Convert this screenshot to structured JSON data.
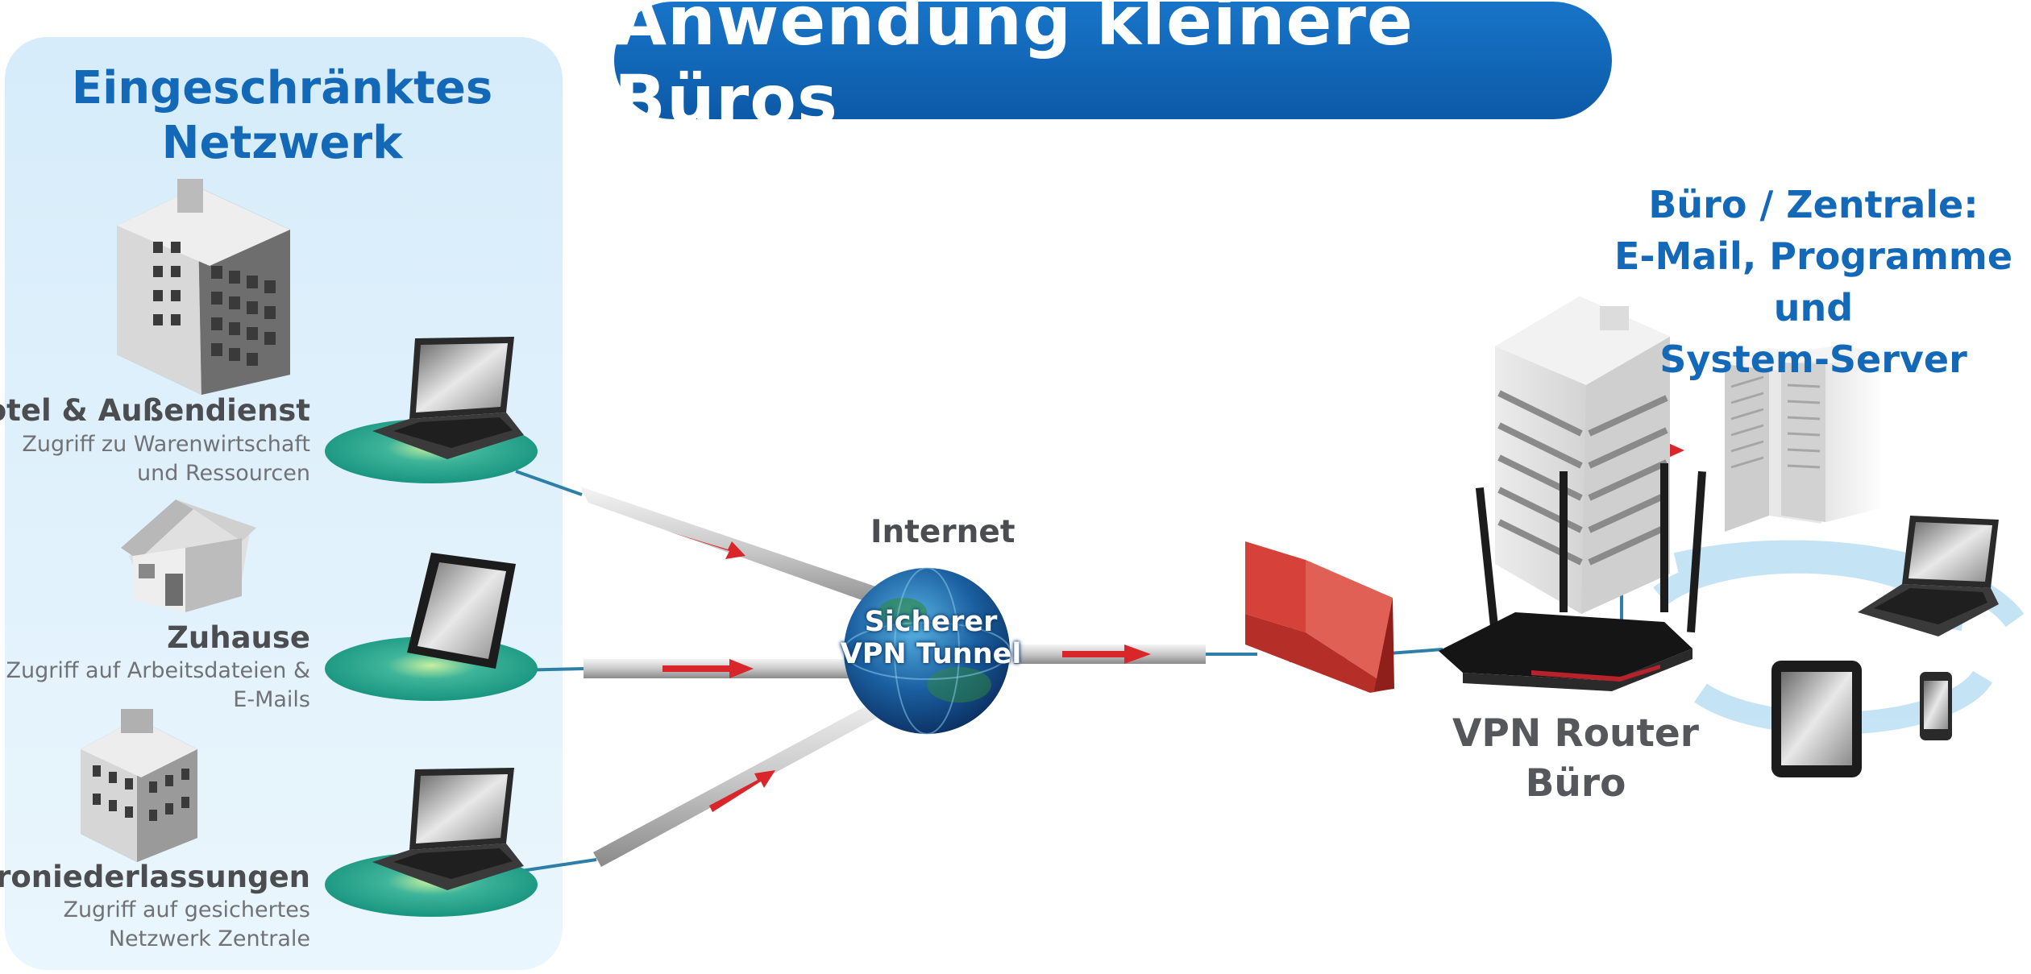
{
  "title": "Anwendung kleinere Büros",
  "restricted_network": {
    "title_lines": [
      "Eingeschränktes",
      "Netzwerk"
    ]
  },
  "locations": [
    {
      "name": "Hotel & Außendienst",
      "desc_lines": [
        "Zugriff zu Warenwirtschaft",
        "und Ressourcen"
      ]
    },
    {
      "name": "Zuhause",
      "desc_lines": [
        "Zugriff auf Arbeitsdateien &",
        "E-Mails"
      ]
    },
    {
      "name": "Büroniederlassungen",
      "desc_lines": [
        "Zugriff auf gesichertes",
        "Netzwerk Zentrale"
      ]
    }
  ],
  "internet_label": "Internet",
  "tunnel_label_lines": [
    "Sicherer",
    "VPN Tunnel"
  ],
  "router_label_lines": [
    "VPN Router",
    "Büro"
  ],
  "office_label_lines": [
    "Büro / Zentrale:",
    "E-Mail, Programme und",
    "System-Server"
  ],
  "colors": {
    "brand_blue": "#1369b8",
    "panel_light": "#dff0fb",
    "platform_green": "#1f9a86",
    "arrow_red": "#d9262a",
    "firewall_red": "#d6423a",
    "link_blue": "#2d7fa8"
  },
  "icons": [
    "hotel-building-icon",
    "house-icon",
    "office-building-icon",
    "laptop-icon",
    "tablet-icon",
    "globe-icon",
    "firewall-icon",
    "router-icon",
    "headquarters-building-icon",
    "server-rack-icon",
    "smartphone-icon",
    "wifi-waves-icon"
  ]
}
